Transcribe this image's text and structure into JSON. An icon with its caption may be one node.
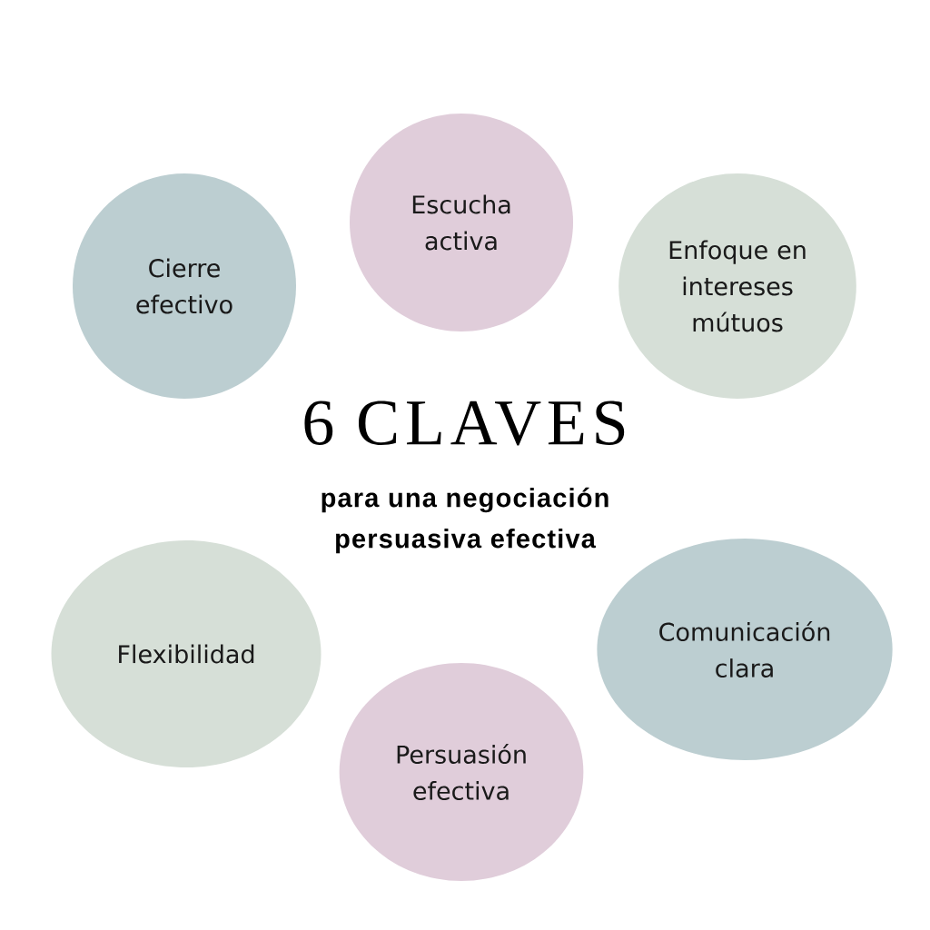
{
  "diagram": {
    "title": "6 CLAVES",
    "nodes": [
      {
        "text": [
          "Escucha activa"
        ]
      },
      {
        "text": [
          "Enfoque en intereses mútuos"
        ]
      },
      {
        "text": [
          "Comunicación clara"
        ]
      },
      {
        "text": [
          "Persuasión efectiva"
        ]
      },
      {
        "text": [
          "Flexibilidad"
        ]
      },
      {
        "text": [
          "Cierre efectivo"
        ]
      }
    ],
    "labels": [
      "para una negociación persuasiva efectiva"
    ]
  }
}
